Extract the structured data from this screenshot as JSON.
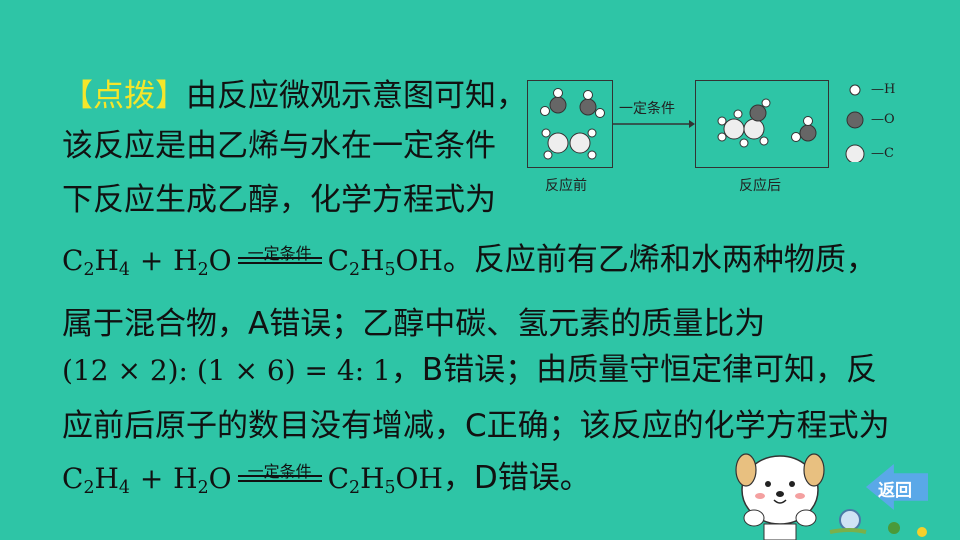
{
  "slide": {
    "tag": "【点拨】",
    "line1": "由反应微观示意图可知，",
    "line2": "该反应是由乙烯与水在一定条件",
    "line3": "下反应生成乙醇，化学方程式为",
    "eq1_suffix": "。反应前有乙烯和水两种物质，",
    "line5": "属于混合物，A错误；乙醇中碳、氢元素的质量比为",
    "line6_math": "(12 × 2): (1 × 6) = 4: 1",
    "line6_text": "，B错误；由质量守恒定律可知，反",
    "line7": "应前后原子的数目没有增减，C正确；该反应的化学方程式为",
    "eq2_suffix": "，D错误。"
  },
  "equation": {
    "reactant1_sym": "C",
    "reactant1_sub1": "2",
    "reactant1_mid": "H",
    "reactant1_sub2": "4",
    "plus": "+",
    "reactant2_sym": "H",
    "reactant2_sub": "2",
    "reactant2_tail": "O",
    "condition": "一定条件",
    "product_c": "C",
    "product_sub1": "2",
    "product_h": "H",
    "product_sub2": "5",
    "product_tail": "OH"
  },
  "diagram": {
    "before_caption": "反应前",
    "after_caption": "反应后",
    "arrow_label": "一定条件",
    "legend": [
      "—H",
      "—O",
      "—C"
    ]
  },
  "nav": {
    "back_label": "返回"
  },
  "colors": {
    "background": "#2ec5a6",
    "highlight": "#f5e62a",
    "back_button": "#5aa8e8"
  }
}
